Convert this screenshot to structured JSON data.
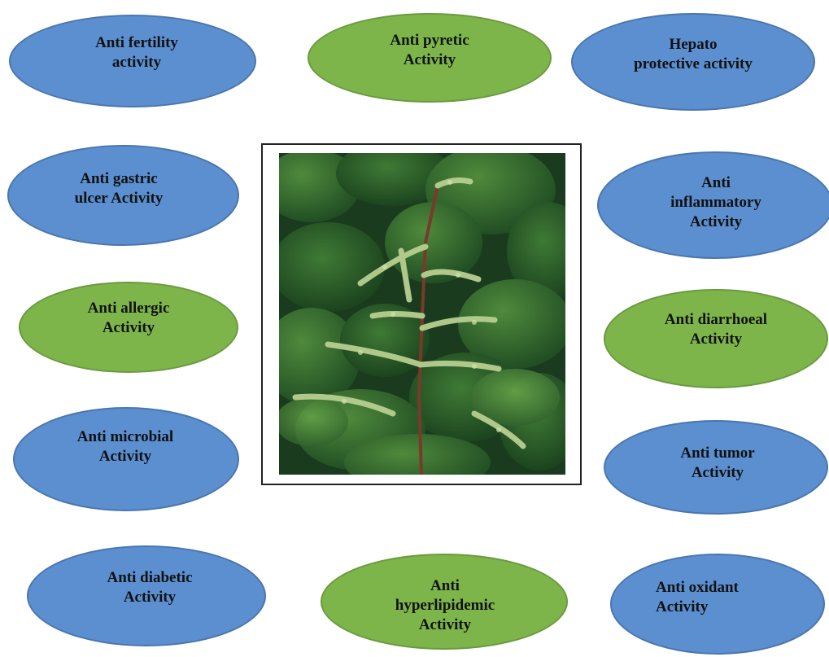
{
  "center_image": {
    "subject": "plant-photo"
  },
  "colors": {
    "blue": "#5b8fd0",
    "green": "#7db54a"
  },
  "activities": {
    "anti_fertility": "Anti fertility\nactivity",
    "anti_pyretic": "Anti pyretic\nActivity",
    "hepato_protective": "Hepato\nprotective activity",
    "anti_gastric_ulcer": "Anti gastric\nulcer Activity",
    "anti_inflammatory": "Anti\ninflammatory\nActivity",
    "anti_allergic": "Anti allergic\nActivity",
    "anti_diarrhoeal": "Anti diarrhoeal\nActivity",
    "anti_microbial": "Anti microbial\nActivity",
    "anti_tumor": "Anti tumor\nActivity",
    "anti_diabetic": "Anti diabetic\nActivity",
    "anti_hyperlipidemic": "Anti\nhyperlipidemic\nActivity",
    "anti_oxidant": "Anti oxidant\nActivity"
  }
}
